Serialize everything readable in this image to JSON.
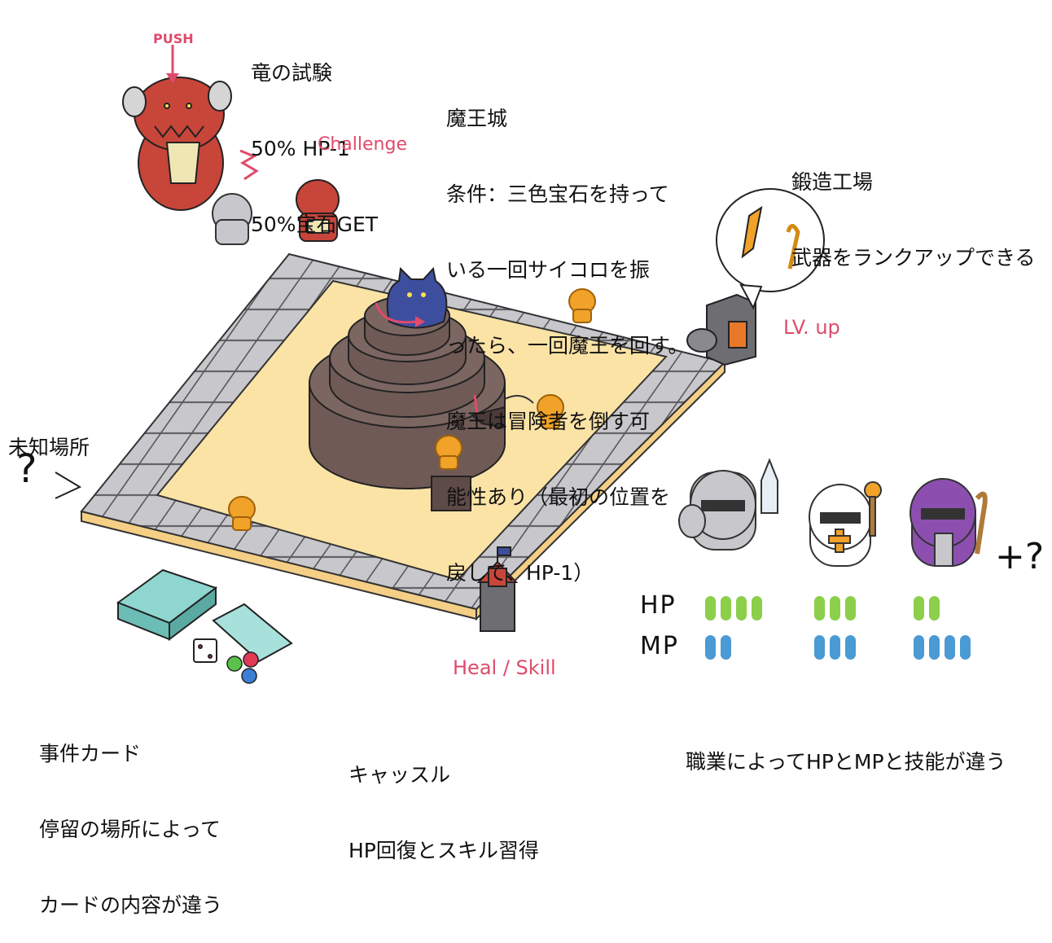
{
  "notes": {
    "dragon": {
      "line1": "竜の試験",
      "line2": "50% HP-1",
      "line3": "50%宝石GET"
    },
    "castle": {
      "line1": "魔王城",
      "line2": "条件：三色宝石を持って",
      "line3": "いる一回サイコロを振",
      "line4": "ったら、一回魔王を回す。",
      "line5": "魔王は冒険者を倒す可",
      "line6": "能性あり（最初の位置を",
      "line7": "戻して、HP-1）"
    },
    "forge": {
      "line1": "鍛造工場",
      "line2": "武器をランクアップできる"
    },
    "unknown": {
      "line1": "未知場所"
    },
    "cards": {
      "line1": "事件カード",
      "line2": "停留の場所によって",
      "line3": "カードの内容が違う"
    },
    "castle_tile": {
      "line1": "キャッスル",
      "line2": "HP回復とスキル習得"
    },
    "jobs": {
      "line1": "職業によってHPとMPと技能が違う"
    }
  },
  "handwritten": {
    "push": "PUSH",
    "challenge": "Challenge",
    "lvup": "LV. up",
    "heal_skill": "Heal / Skill",
    "question": "?",
    "plus_question": "+?"
  },
  "stats": {
    "hp_label": "HP",
    "mp_label": "MP",
    "classes": [
      {
        "name": "knight",
        "hp": 4,
        "mp": 2
      },
      {
        "name": "priest",
        "hp": 3,
        "mp": 3
      },
      {
        "name": "mage",
        "hp": 2,
        "mp": 4
      }
    ]
  },
  "colors": {
    "board_tile": "#c8c8cc",
    "board_inner": "#fbe3a6",
    "tower": "#6f5a55",
    "dragon": "#c8453a",
    "demon_king": "#3e4e9e",
    "hero_figure": "#f0a229",
    "hp_pill": "#8bcf4a",
    "mp_pill": "#4a9ad4",
    "annotation": "#e04a6a",
    "card_deck": "#8fd6d0"
  }
}
